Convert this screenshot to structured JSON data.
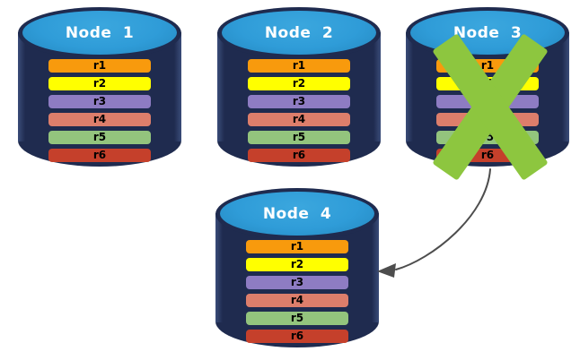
{
  "diagram": {
    "colors": {
      "background": "#FFFFFF",
      "cylinder_body": "#1F2B4F",
      "cylinder_top_face": "#2F9CD8",
      "node_title_text": "#FFFFFF",
      "row_label_text": "#000000"
    },
    "nodes": [
      {
        "id": "node-1",
        "title": "Node 1",
        "failed": false,
        "rows": [
          {
            "label": "r1",
            "color": "#F89A0D"
          },
          {
            "label": "r2",
            "color": "#FFFF00"
          },
          {
            "label": "r3",
            "color": "#8E7CC3"
          },
          {
            "label": "r4",
            "color": "#DD7E6B"
          },
          {
            "label": "r5",
            "color": "#93C47D"
          },
          {
            "label": "r6",
            "color": "#C5402B"
          }
        ]
      },
      {
        "id": "node-2",
        "title": "Node 2",
        "failed": false,
        "rows": [
          {
            "label": "r1",
            "color": "#F89A0D"
          },
          {
            "label": "r2",
            "color": "#FFFF00"
          },
          {
            "label": "r3",
            "color": "#8E7CC3"
          },
          {
            "label": "r4",
            "color": "#DD7E6B"
          },
          {
            "label": "r5",
            "color": "#93C47D"
          },
          {
            "label": "r6",
            "color": "#C5402B"
          }
        ]
      },
      {
        "id": "node-3",
        "title": "Node 3",
        "failed": true,
        "rows": [
          {
            "label": "r1",
            "color": "#F89A0D"
          },
          {
            "label": "r2",
            "color": "#FFFF00"
          },
          {
            "label": "r3",
            "color": "#8E7CC3"
          },
          {
            "label": "r4",
            "color": "#DD7E6B"
          },
          {
            "label": "r5",
            "color": "#93C47D"
          },
          {
            "label": "r6",
            "color": "#C5402B"
          }
        ]
      },
      {
        "id": "node-4",
        "title": "Node 4",
        "failed": false,
        "rows": [
          {
            "label": "r1",
            "color": "#F89A0D"
          },
          {
            "label": "r2",
            "color": "#FFFF00"
          },
          {
            "label": "r3",
            "color": "#8E7CC3"
          },
          {
            "label": "r4",
            "color": "#DD7E6B"
          },
          {
            "label": "r5",
            "color": "#93C47D"
          },
          {
            "label": "r6",
            "color": "#C5402B"
          }
        ]
      }
    ],
    "failure_mark": {
      "icon": "x-cross-icon",
      "color": "#8DC63F",
      "on_node": "Node 3"
    },
    "arrow": {
      "from": "Node 3",
      "to": "Node 4",
      "color": "#4D4D4D"
    }
  }
}
